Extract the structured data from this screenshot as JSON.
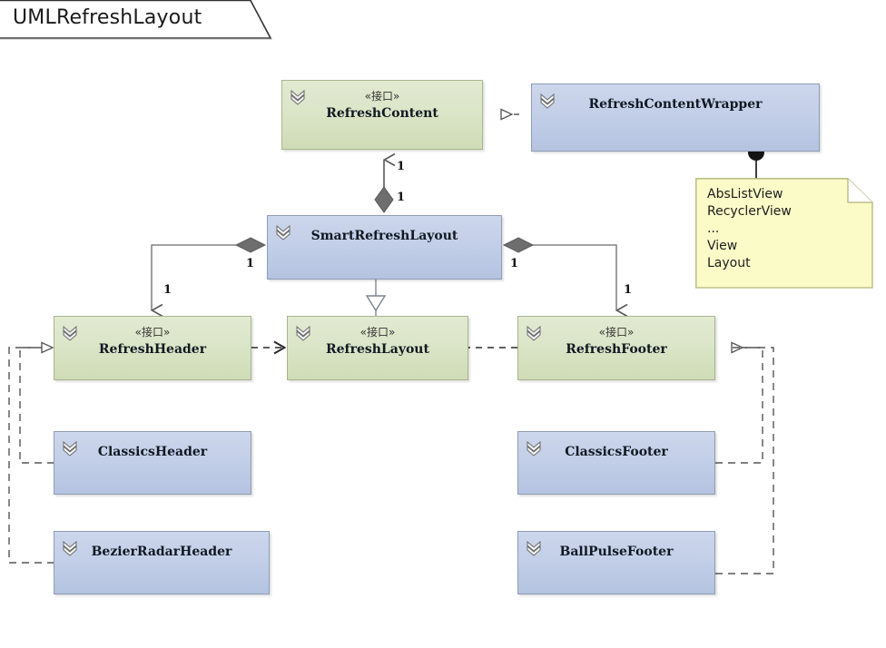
{
  "diagram": {
    "title": "UMLRefreshLayout",
    "type": "uml-class-diagram",
    "stereotype_interface": "«接口»",
    "colors": {
      "interface_fill": "#dbe5c8",
      "interface_border": "#a8b58c",
      "class_fill": "#c3cfe8",
      "class_border": "#8e9cb5",
      "note_fill": "#fbfbc8",
      "note_border": "#b3b37a",
      "connector": "#6b6b6b",
      "background": "#ffffff"
    }
  },
  "nodes": {
    "refresh_content": {
      "name": "RefreshContent",
      "stereotype": "«接口»",
      "kind": "interface",
      "icon": "chevron-double-down-icon"
    },
    "refresh_content_wrapper": {
      "name": "RefreshContentWrapper",
      "stereotype": "",
      "kind": "class",
      "icon": "chevron-double-down-icon"
    },
    "smart_refresh_layout": {
      "name": "SmartRefreshLayout",
      "stereotype": "",
      "kind": "class",
      "icon": "chevron-double-down-icon"
    },
    "refresh_header": {
      "name": "RefreshHeader",
      "stereotype": "«接口»",
      "kind": "interface",
      "icon": "chevron-double-down-icon"
    },
    "refresh_layout": {
      "name": "RefreshLayout",
      "stereotype": "«接口»",
      "kind": "interface",
      "icon": "chevron-double-down-icon"
    },
    "refresh_footer": {
      "name": "RefreshFooter",
      "stereotype": "«接口»",
      "kind": "interface",
      "icon": "chevron-double-down-icon"
    },
    "classics_header": {
      "name": "ClassicsHeader",
      "stereotype": "",
      "kind": "class",
      "icon": "chevron-double-down-icon"
    },
    "bezier_radar_header": {
      "name": "BezierRadarHeader",
      "stereotype": "",
      "kind": "class",
      "icon": "chevron-double-down-icon"
    },
    "classics_footer": {
      "name": "ClassicsFooter",
      "stereotype": "",
      "kind": "class",
      "icon": "chevron-double-down-icon"
    },
    "ball_pulse_footer": {
      "name": "BallPulseFooter",
      "stereotype": "",
      "kind": "class",
      "icon": "chevron-double-down-icon"
    }
  },
  "note": {
    "lines": "AbsListView\nRecyclerView\n...\nView\nLayout",
    "attached_to": "RefreshContentWrapper"
  },
  "multiplicities": {
    "content_top": "1",
    "content_diamond": "1",
    "header_diamond": "1",
    "header_end": "1",
    "footer_diamond": "1",
    "footer_end": "1"
  }
}
